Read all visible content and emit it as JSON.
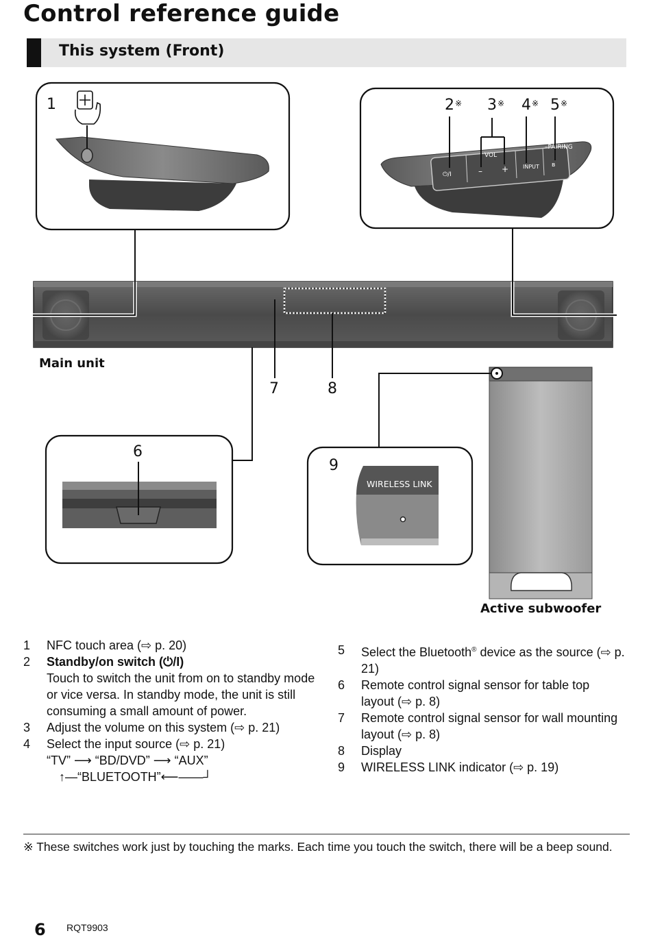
{
  "header": {
    "title": "Control reference guide",
    "section": "This system (Front)"
  },
  "diagram": {
    "callouts": {
      "c1": "1",
      "c2": "2",
      "c3": "3",
      "c4": "4",
      "c5": "5",
      "c6": "6",
      "c7": "7",
      "c8": "8",
      "c9": "9",
      "touch_mark": "※"
    },
    "main_unit_label": "Main unit",
    "subwoofer_label": "Active subwoofer",
    "panel_labels": {
      "vol": "VOL",
      "pairing": "–PAIRING",
      "input": "INPUT",
      "minus": "–",
      "plus": "+",
      "power": "⏻/I",
      "wireless_link": "WIRELESS LINK"
    }
  },
  "items_left": [
    {
      "num": "1",
      "text": "NFC touch area (⇨ p. 20)"
    },
    {
      "num": "2",
      "title": "Standby/on switch (⏻/I)",
      "text": "Touch to switch the unit from on to standby mode or vice versa. In standby mode, the unit is still consuming a small amount of power."
    },
    {
      "num": "3",
      "text": "Adjust the volume on this system (⇨ p. 21)"
    },
    {
      "num": "4",
      "text": "Select the input source (⇨ p. 21)"
    }
  ],
  "input_cycle": {
    "line1": "“TV” ⟶ “BD/DVD” ⟶ “AUX”",
    "line2": "↑—“BLUETOOTH”⟵——┘"
  },
  "items_right": [
    {
      "num": "5",
      "text_pre": "Select the Bluetooth",
      "reg": "®",
      "text_post": " device as the source (⇨ p. 21)"
    },
    {
      "num": "6",
      "text": "Remote control signal sensor for table top layout (⇨ p. 8)"
    },
    {
      "num": "7",
      "text": "Remote control signal sensor for wall mounting layout (⇨ p. 8)"
    },
    {
      "num": "8",
      "text": "Display"
    },
    {
      "num": "9",
      "text": "WIRELESS LINK indicator (⇨ p. 19)"
    }
  ],
  "footnote": "※ These switches work just by touching the marks. Each time you touch the switch, there will be a beep sound.",
  "footer": {
    "page_number": "6",
    "doc_code": "RQT9903"
  }
}
